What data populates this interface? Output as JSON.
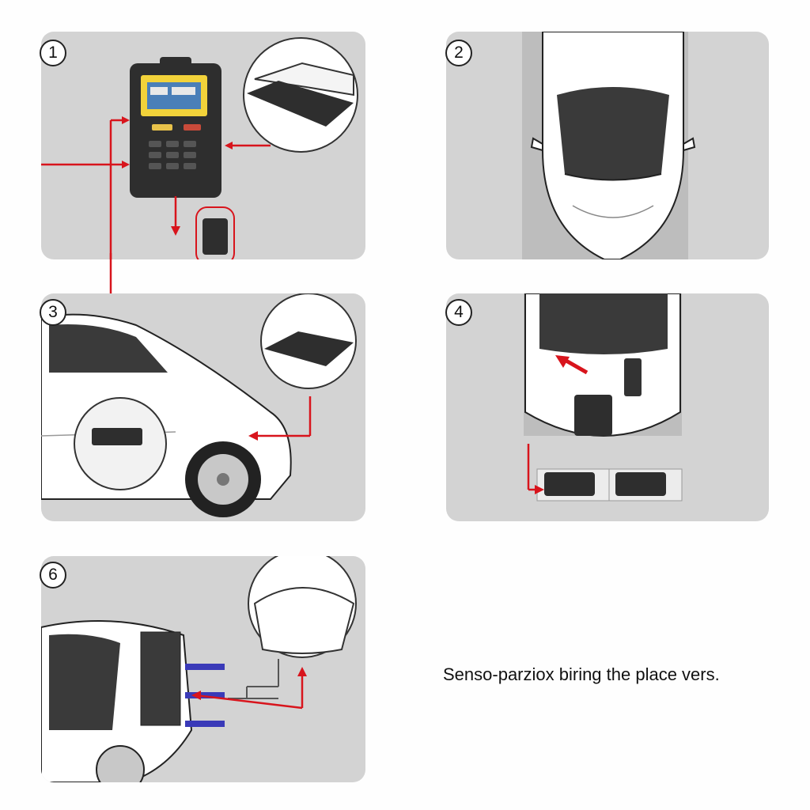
{
  "steps": [
    {
      "number": "1"
    },
    {
      "number": "2"
    },
    {
      "number": "3"
    },
    {
      "number": "4"
    },
    {
      "number": "6"
    }
  ],
  "caption": "Senso-parziox biring the place vers.",
  "colors": {
    "panel_background": "#d3d3d3",
    "arrow_red": "#d8141c",
    "device_dark": "#2e2e2e",
    "screen_yellow": "#f2d23a",
    "connector_blue": "#3a3ab8"
  },
  "icons": [
    "diagnostic-scanner-icon",
    "sensor-module-icon",
    "obd-connector-icon",
    "car-icon"
  ]
}
